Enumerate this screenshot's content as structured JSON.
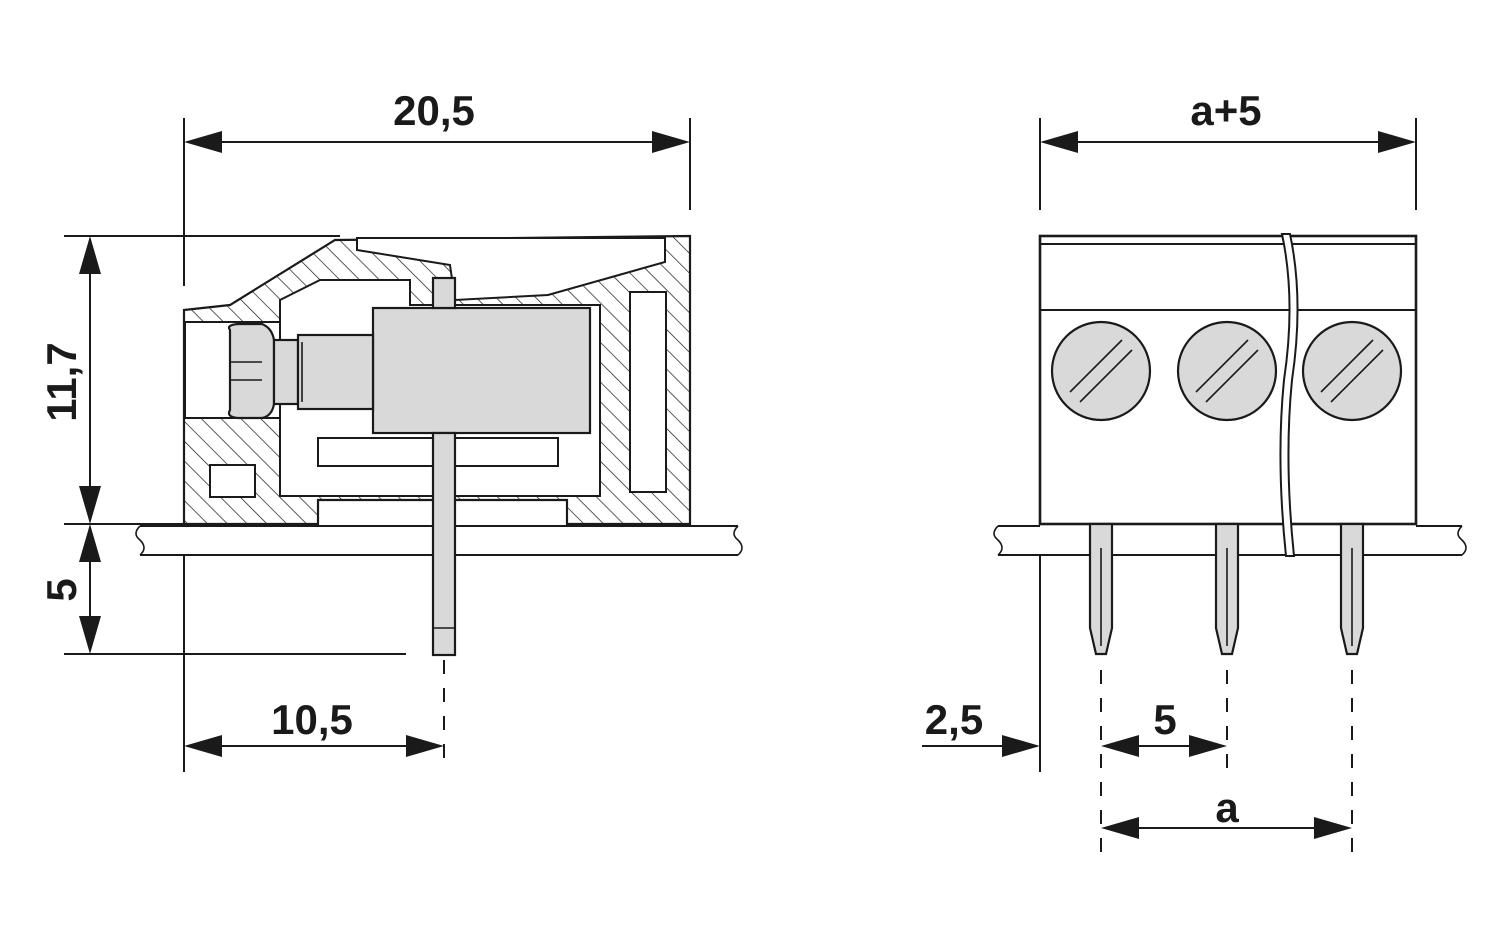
{
  "drawing": {
    "side_view": {
      "dim_width": "20,5",
      "dim_height": "11,7",
      "dim_pin_length": "5",
      "dim_pin_offset": "10,5"
    },
    "front_view": {
      "dim_total_width": "a+5",
      "dim_edge_offset": "2,5",
      "dim_pitch": "5",
      "dim_span": "a"
    }
  }
}
